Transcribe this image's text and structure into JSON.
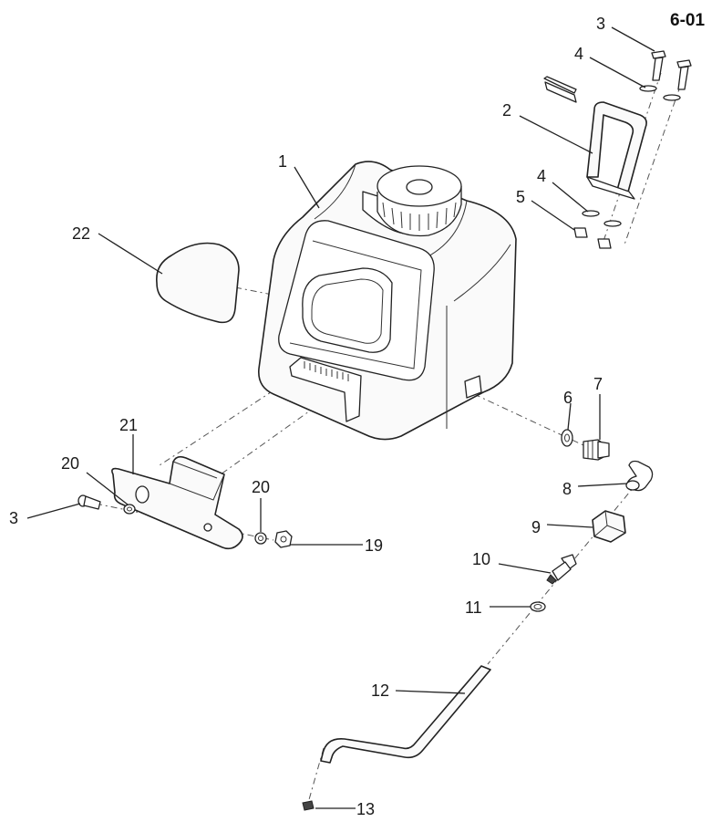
{
  "page_number": "6-01",
  "callouts": [
    {
      "id": "callout-1",
      "label": "1"
    },
    {
      "id": "callout-2",
      "label": "2"
    },
    {
      "id": "callout-3a",
      "label": "3"
    },
    {
      "id": "callout-3b",
      "label": "3"
    },
    {
      "id": "callout-4a",
      "label": "4"
    },
    {
      "id": "callout-4b",
      "label": "4"
    },
    {
      "id": "callout-5",
      "label": "5"
    },
    {
      "id": "callout-6",
      "label": "6"
    },
    {
      "id": "callout-7",
      "label": "7"
    },
    {
      "id": "callout-8",
      "label": "8"
    },
    {
      "id": "callout-9",
      "label": "9"
    },
    {
      "id": "callout-10",
      "label": "10"
    },
    {
      "id": "callout-11",
      "label": "11"
    },
    {
      "id": "callout-12",
      "label": "12"
    },
    {
      "id": "callout-13",
      "label": "13"
    },
    {
      "id": "callout-19",
      "label": "19"
    },
    {
      "id": "callout-20a",
      "label": "20"
    },
    {
      "id": "callout-20b",
      "label": "20"
    },
    {
      "id": "callout-21",
      "label": "21"
    },
    {
      "id": "callout-22",
      "label": "22"
    }
  ]
}
